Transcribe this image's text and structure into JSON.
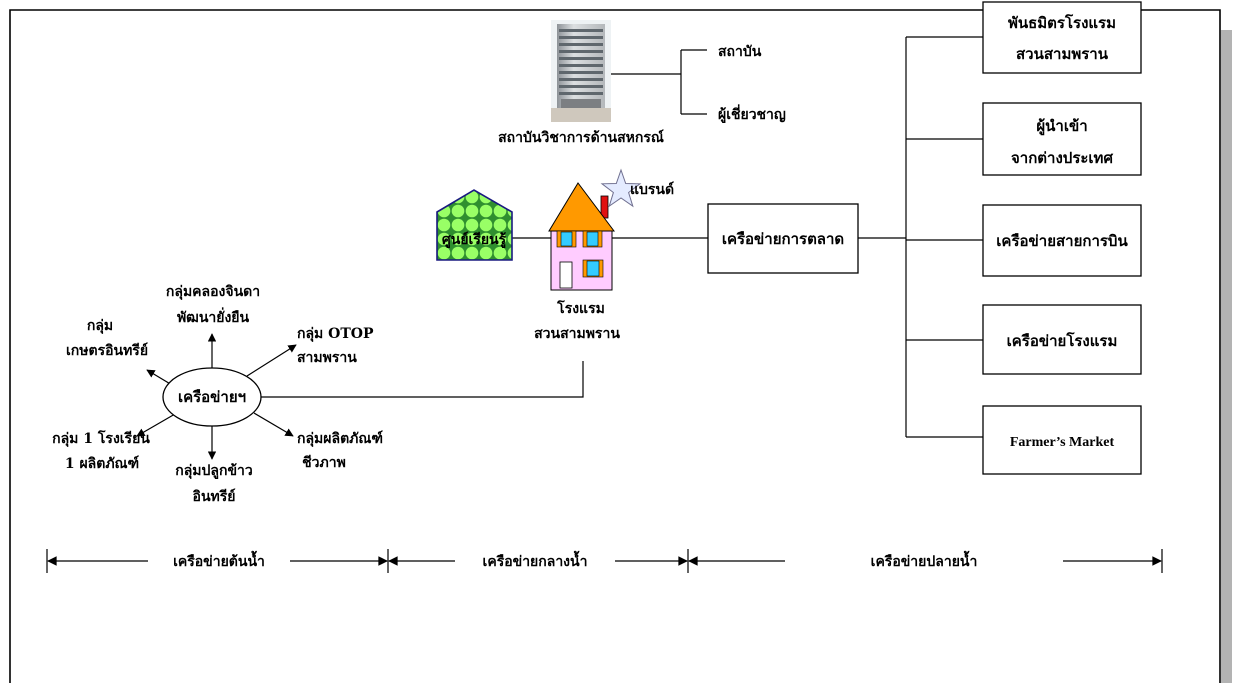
{
  "colors": {
    "house_roof": "#ff9900",
    "house_wall": "#ffccff",
    "chimney": "#e01010",
    "window_glass": "#33ccff",
    "window_frame": "#ff9900",
    "door": "#ffffff",
    "learning_center_background": "#2f8f2f",
    "learning_center_dots": "#99ff66",
    "star": "#e4ebff",
    "frame_shadow": "#b3b3b3"
  },
  "institute": {
    "caption": "สถาบันวิชาการด้านสหกรณ์",
    "branches": [
      "สถาบัน",
      "ผู้เชี่ยวชาญ"
    ]
  },
  "hotel": {
    "brand": "แบรนด์",
    "name": [
      "โรงแรม",
      "สวนสามพราน"
    ]
  },
  "learning_center": {
    "label": "ศูนย์เรียนรู้"
  },
  "network_hub": {
    "label": "เครือข่ายฯ",
    "groups": [
      {
        "lines": [
          "กลุ่มคลองจินดา",
          "พัฒนายั่งยืน"
        ]
      },
      {
        "lines": [
          "กลุ่ม OTOP",
          "สามพราน"
        ]
      },
      {
        "lines": [
          "กลุ่ม",
          "เกษตรอินทรีย์"
        ]
      },
      {
        "lines": [
          "กลุ่ม 1 โรงเรียน",
          "1 ผลิตภัณฑ์"
        ]
      },
      {
        "lines": [
          "กลุ่มปลูกข้าว",
          "อินทรีย์"
        ]
      },
      {
        "lines": [
          "กลุ่มผลิตภัณฑ์",
          "ชีวภาพ"
        ]
      }
    ]
  },
  "marketing": {
    "label": "เครือข่ายการตลาด"
  },
  "partners": [
    {
      "lines": [
        "พันธมิตรโรงแรม",
        "สวนสามพราน"
      ]
    },
    {
      "lines": [
        "ผู้นำเข้า",
        "จากต่างประเทศ"
      ]
    },
    {
      "lines": [
        "เครือข่ายสายการบิน"
      ]
    },
    {
      "lines": [
        "เครือข่ายโรงแรม"
      ]
    },
    {
      "lines": [
        "Farmer’s Market"
      ]
    }
  ],
  "segments": [
    {
      "label": "เครือข่ายต้นน้ำ"
    },
    {
      "label": "เครือข่ายกลางน้ำ"
    },
    {
      "label": "เครือข่ายปลายน้ำ"
    }
  ]
}
